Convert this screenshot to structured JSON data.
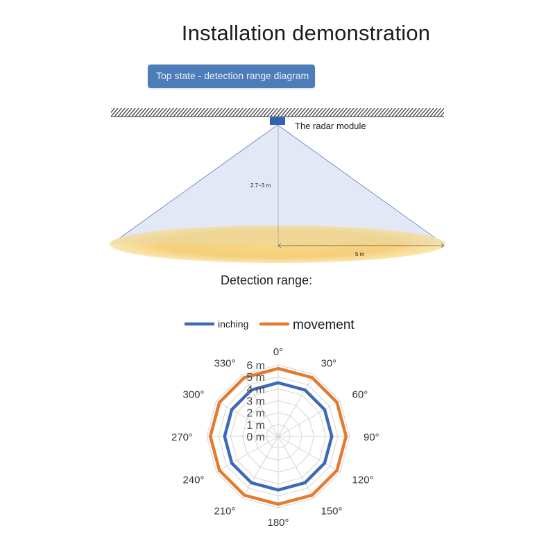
{
  "title": "Installation demonstration",
  "badge": "Top state - detection range diagram",
  "diagram": {
    "module_label": "The radar module",
    "height_label": "2.7~3 m",
    "radius_label": "5 m",
    "colors": {
      "cone_fill": "#dbe3f4",
      "floor_fill": "#f5cf78",
      "module": "#2f63b8",
      "line": "#5a7ab8"
    }
  },
  "detection_heading": "Detection range:",
  "legend": {
    "inching": "inching",
    "movement": "movement"
  },
  "chart_data": {
    "type": "radar",
    "angles": [
      "0°",
      "30°",
      "60°",
      "90°",
      "120°",
      "150°",
      "180°",
      "210°",
      "240°",
      "270°",
      "300°",
      "330°"
    ],
    "radial_ticks": [
      "0 m",
      "1 m",
      "2 m",
      "3 m",
      "4 m",
      "5 m",
      "6 m"
    ],
    "rlim": [
      0,
      6
    ],
    "series": [
      {
        "name": "inching",
        "color": "#3d6ab8",
        "values": [
          4.5,
          4.5,
          4.5,
          4.5,
          4.5,
          4.5,
          4.5,
          4.5,
          4.5,
          4.5,
          4.5,
          4.5
        ]
      },
      {
        "name": "movement",
        "color": "#e57a2e",
        "values": [
          5.7,
          5.7,
          5.7,
          5.7,
          5.7,
          5.7,
          5.7,
          5.7,
          5.7,
          5.7,
          5.7,
          5.7
        ]
      }
    ],
    "legend": "top"
  }
}
